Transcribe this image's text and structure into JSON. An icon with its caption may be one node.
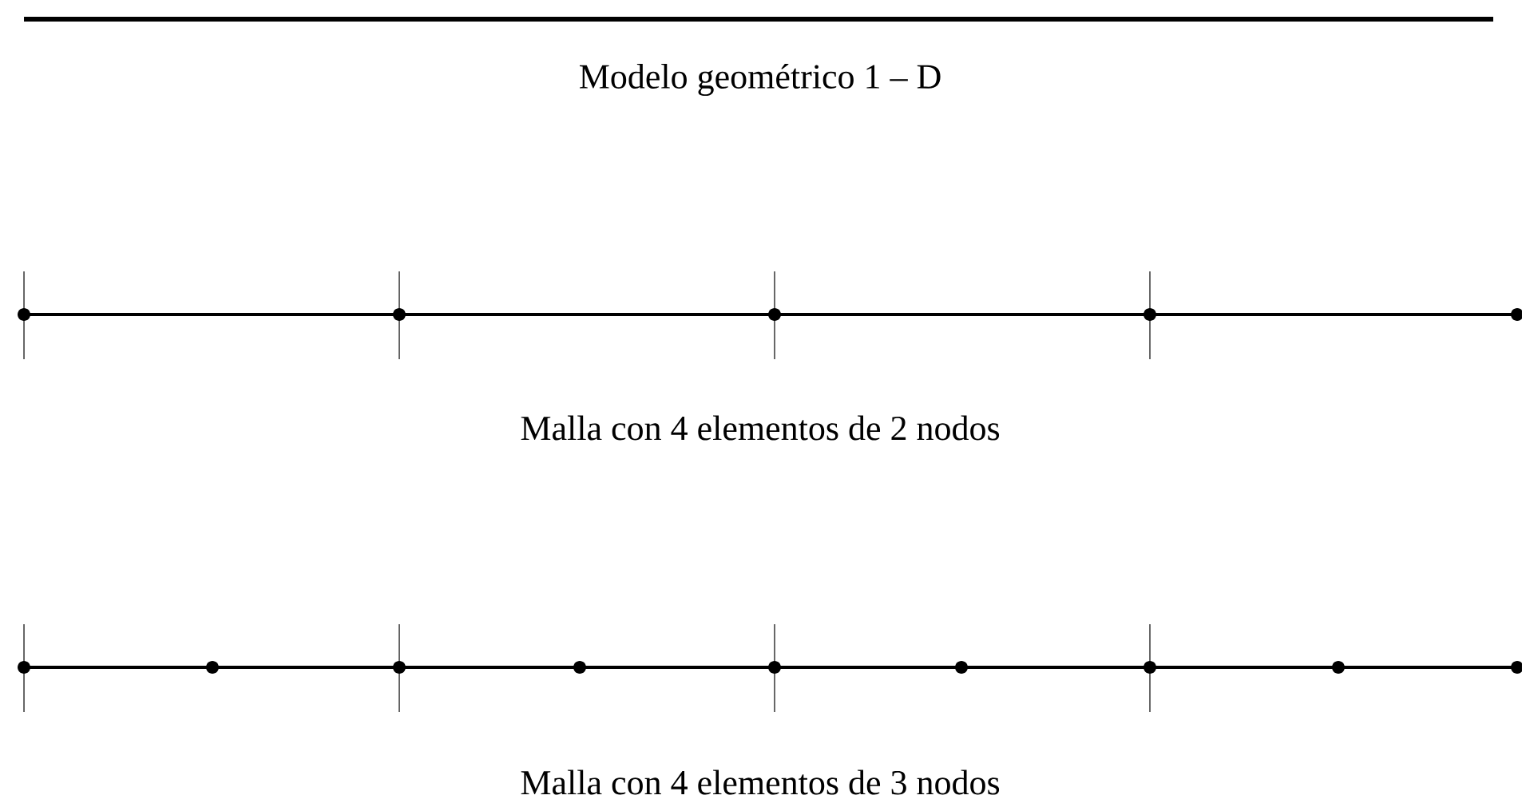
{
  "diagram": {
    "labels": [
      "Modelo geométrico 1 – D",
      "Malla con 4 elementos de 2 nodos",
      "Malla con 4 elementos de 3 nodos"
    ]
  }
}
